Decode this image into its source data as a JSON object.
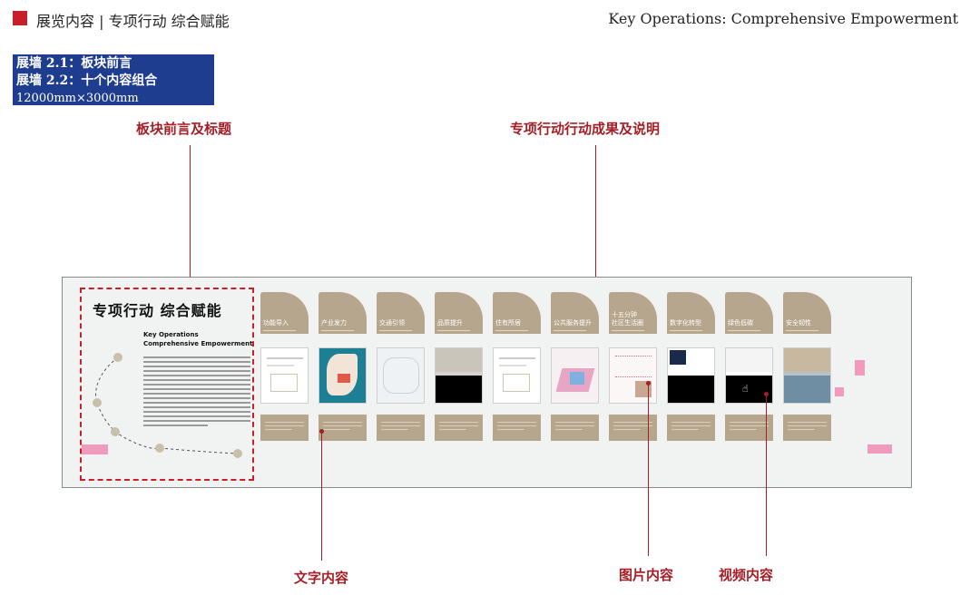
{
  "header": {
    "left_title": "展览内容 | 专项行动 综合赋能",
    "right_title": "Key Operations: Comprehensive Empowerment",
    "accent_color": "#c8202a"
  },
  "spec_box": {
    "line1": "展墙 2.1：板块前言",
    "line2": "展墙 2.2：十个内容组合",
    "dimensions": "12000mm×3000mm",
    "color": "#1f3d8f"
  },
  "callouts": {
    "intro_title": "板块前言及标题",
    "results": "专项行动行动成果及说明",
    "text_content": "文字内容",
    "image_content": "图片内容",
    "video_content": "视频内容"
  },
  "intro_panel": {
    "title": "专项行动  综合赋能",
    "title_en_line1": "Key Operations",
    "title_en_line2": "Comprehensive Empowerment"
  },
  "cards": [
    {
      "label": "功能导入",
      "media": "image"
    },
    {
      "label": "产业发力",
      "media": "image"
    },
    {
      "label": "交通引领",
      "media": "image"
    },
    {
      "label": "品质提升",
      "media": "image+video"
    },
    {
      "label": "住有所居",
      "media": "image"
    },
    {
      "label": "公共服务提升",
      "media": "image"
    },
    {
      "label": "十五分钟\n社区生活圈",
      "media": "image"
    },
    {
      "label": "数字化转型",
      "media": "image+video"
    },
    {
      "label": "绿色低碳",
      "media": "image+video"
    },
    {
      "label": "安全韧性",
      "media": "image"
    }
  ],
  "colors": {
    "card_fill": "#b7a68e",
    "callout": "#a41e26",
    "pink_marker": "#f09bbd"
  }
}
